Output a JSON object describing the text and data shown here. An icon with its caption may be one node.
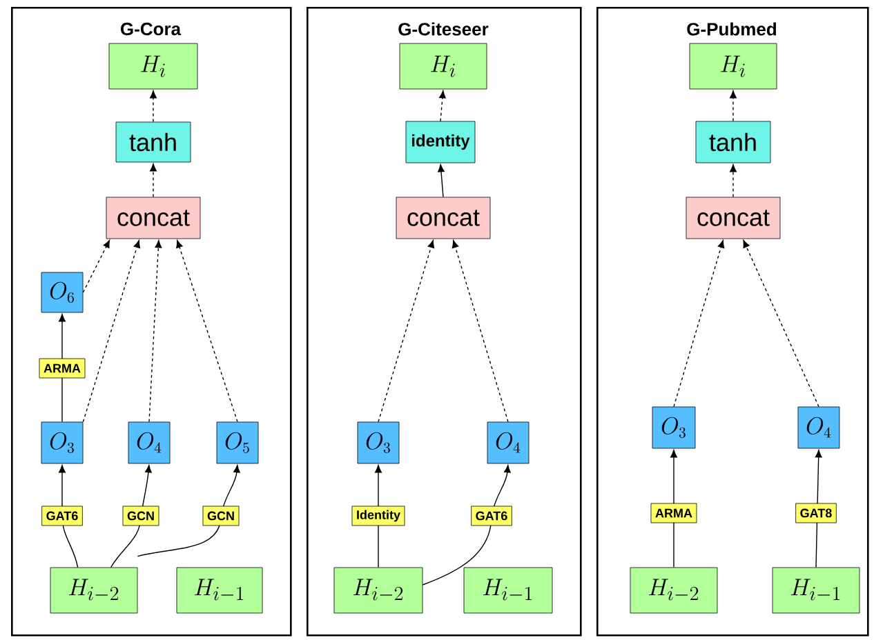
{
  "diagram": {
    "nodes": [
      {
        "text": [
          "G-Cora"
        ]
      },
      {
        "text": [
          "H_{i}"
        ],
        "in": 0
      },
      {
        "text": [
          "tanh"
        ],
        "in": 0
      },
      {
        "text": [
          "concat"
        ],
        "in": 0
      },
      {
        "text": [
          "O_{6}"
        ],
        "in": 0
      },
      {
        "text": [
          "O_{3}"
        ],
        "in": 0
      },
      {
        "text": [
          "O_{4}"
        ],
        "in": 0
      },
      {
        "text": [
          "O_{5}"
        ],
        "in": 0
      },
      {
        "text": [
          "H_{i-2}"
        ],
        "in": 0
      },
      {
        "text": [
          "H_{i-1}"
        ],
        "in": 0
      },
      {
        "text": [
          "G-Citeseer"
        ]
      },
      {
        "text": [
          "H_{i}"
        ],
        "in": 10
      },
      {
        "text": [
          "identity"
        ],
        "in": 10
      },
      {
        "text": [
          "concat"
        ],
        "in": 10
      },
      {
        "text": [
          "O_{3}"
        ],
        "in": 10
      },
      {
        "text": [
          "O_{4}"
        ],
        "in": 10
      },
      {
        "text": [
          "H_{i-2}"
        ],
        "in": 10
      },
      {
        "text": [
          "H_{i-1}"
        ],
        "in": 10
      },
      {
        "text": [
          "G-Pubmed"
        ]
      },
      {
        "text": [
          "H_{i}"
        ],
        "in": 18
      },
      {
        "text": [
          "tanh"
        ],
        "in": 18
      },
      {
        "text": [
          "concat"
        ],
        "in": 18
      },
      {
        "text": [
          "O_{3}"
        ],
        "in": 18
      },
      {
        "text": [
          "O_{4}"
        ],
        "in": 18
      },
      {
        "text": [
          "H_{i-2}"
        ],
        "in": 18
      },
      {
        "text": [
          "H_{i-1}"
        ],
        "in": 18
      }
    ],
    "edges": [
      {
        "from": 2,
        "to": 1,
        "arrow": "to",
        "style": "dashed"
      },
      {
        "from": 3,
        "to": 2,
        "arrow": "to",
        "style": "dashed"
      },
      {
        "from": 4,
        "to": 3,
        "arrow": "to",
        "style": "dashed"
      },
      {
        "from": 5,
        "to": 3,
        "arrow": "to",
        "style": "dashed"
      },
      {
        "from": 6,
        "to": 3,
        "arrow": "to",
        "style": "dashed"
      },
      {
        "from": 7,
        "to": 3,
        "arrow": "to",
        "style": "dashed"
      },
      {
        "from": 5,
        "to": 4,
        "arrow": "to",
        "label": "ARMA"
      },
      {
        "from": 8,
        "to": 5,
        "arrow": "to",
        "label": "GAT6"
      },
      {
        "from": 8,
        "to": 6,
        "arrow": "to",
        "label": "GCN"
      },
      {
        "from": 8,
        "to": 7,
        "arrow": "to",
        "label": "GCN"
      },
      {
        "from": 12,
        "to": 11,
        "arrow": "to",
        "style": "dashed"
      },
      {
        "from": 13,
        "to": 12,
        "arrow": "to"
      },
      {
        "from": 14,
        "to": 13,
        "arrow": "to",
        "style": "dashed"
      },
      {
        "from": 15,
        "to": 13,
        "arrow": "to",
        "style": "dashed"
      },
      {
        "from": 16,
        "to": 14,
        "arrow": "to",
        "label": "Identity"
      },
      {
        "from": 16,
        "to": 15,
        "arrow": "to",
        "label": "GAT6"
      },
      {
        "from": 20,
        "to": 19,
        "arrow": "to",
        "style": "dashed"
      },
      {
        "from": 21,
        "to": 20,
        "arrow": "to",
        "style": "dashed"
      },
      {
        "from": 22,
        "to": 21,
        "arrow": "to",
        "style": "dashed"
      },
      {
        "from": 23,
        "to": 21,
        "arrow": "to",
        "style": "dashed"
      },
      {
        "from": 24,
        "to": 22,
        "arrow": "to",
        "label": "ARMA"
      },
      {
        "from": 25,
        "to": 23,
        "arrow": "to",
        "label": "GAT8"
      }
    ]
  }
}
